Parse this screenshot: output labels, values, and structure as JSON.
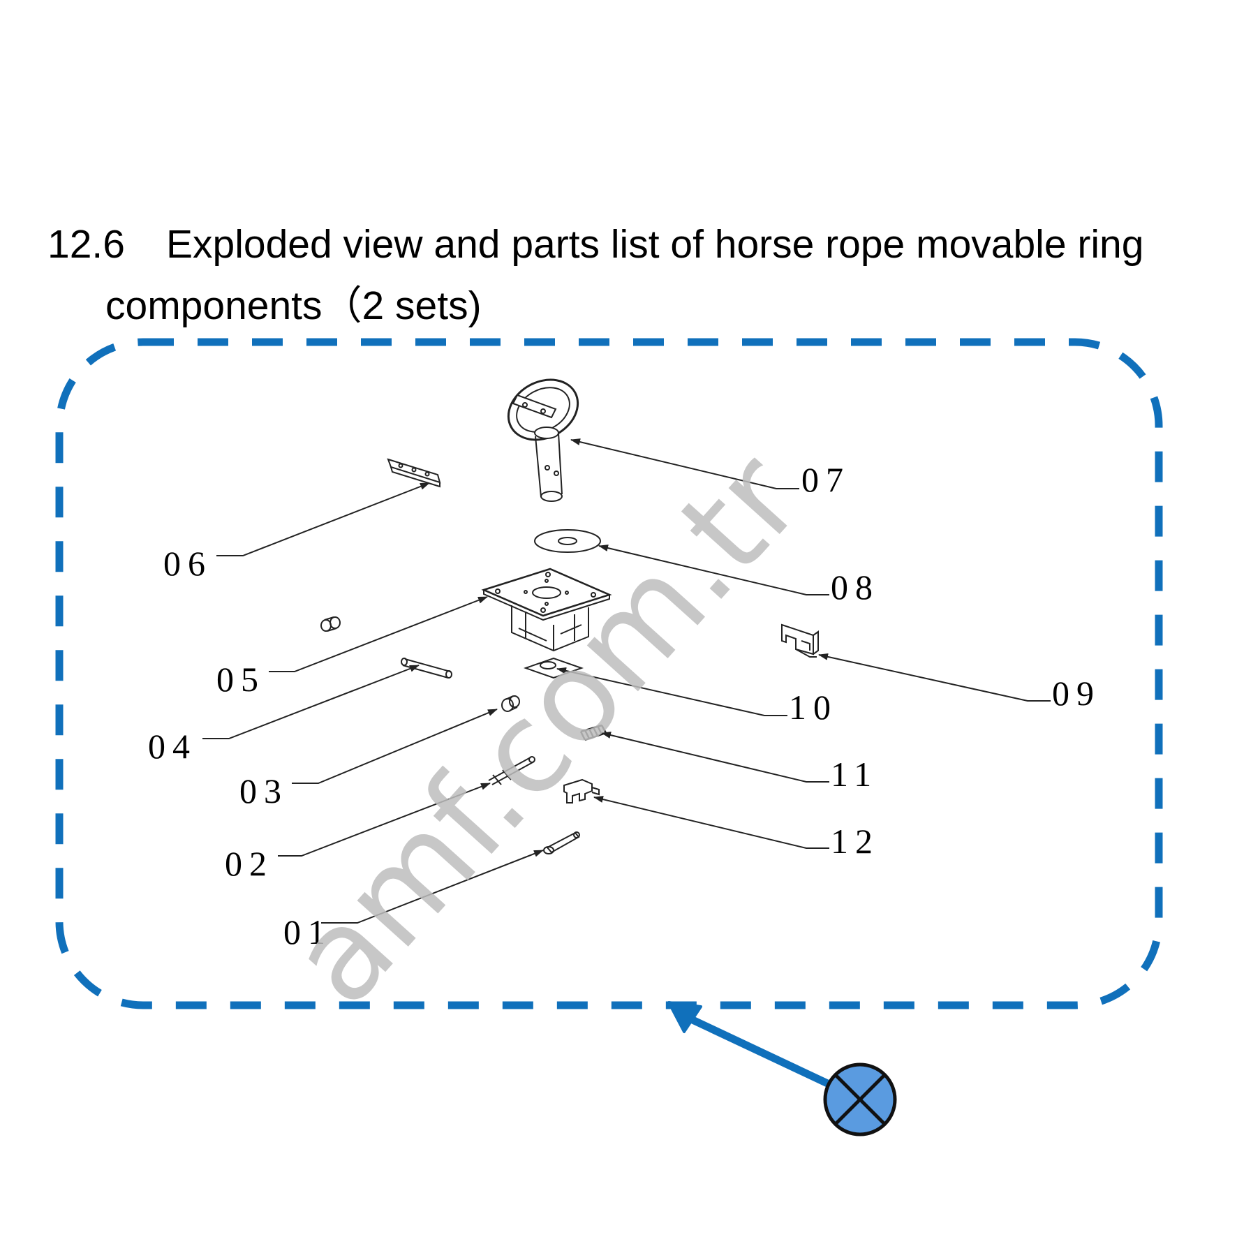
{
  "section": {
    "number": "12.6",
    "title_line1": "Exploded view and parts list of horse rope movable ring",
    "title_line2": "components（2 sets)"
  },
  "callouts": [
    "01",
    "02",
    "03",
    "04",
    "05",
    "06",
    "07",
    "08",
    "09",
    "10",
    "11",
    "12"
  ],
  "watermark": "amf.com.tr",
  "colors": {
    "frame_dash": "#1070bb",
    "pointer_arrow": "#1070bb",
    "marker_fill": "#5a9be0",
    "marker_stroke": "#111111",
    "drawing_line": "#222222",
    "watermark": "#bdbdbd"
  },
  "icons": {
    "marker": "circle-x-marker-icon"
  }
}
